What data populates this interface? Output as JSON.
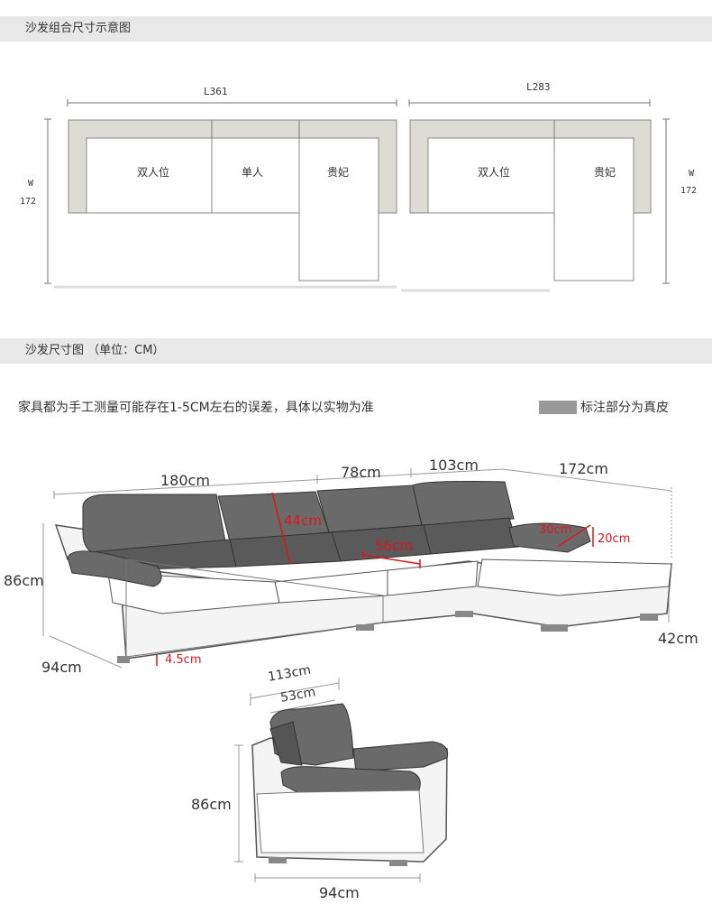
{
  "headers": {
    "plan_title": "沙发组合尺寸示意图",
    "size_title": "沙发尺寸图  （单位：CM）"
  },
  "note": "家具都为手工测量可能存在1-5CM左右的误差，具体以实物为准",
  "legend": {
    "label": "标注部分为真皮",
    "swatch_color": "#999999"
  },
  "plan_left": {
    "length": "L361",
    "width_w": "W",
    "width_val": "172",
    "seats": [
      "双人位",
      "单人",
      "贵妃"
    ]
  },
  "plan_right": {
    "length": "L283",
    "width_w": "W",
    "width_val": "172",
    "seats": [
      "双人位",
      "贵妃"
    ]
  },
  "sofa_dims": {
    "d180": "180cm",
    "d78": "78cm",
    "d103": "103cm",
    "d172": "172cm",
    "d86": "86cm",
    "d94": "94cm",
    "d42": "42cm",
    "d44": "44cm",
    "d56": "56cm",
    "d30": "30cm",
    "d20": "20cm",
    "d45": "4.5cm"
  },
  "chair_dims": {
    "d113": "113cm",
    "d53": "53cm",
    "d86": "86cm",
    "d94": "94cm"
  },
  "colors": {
    "accent_red": "#e0141e",
    "leather": "#6a6a6a",
    "frame": "#dcdcd4"
  }
}
